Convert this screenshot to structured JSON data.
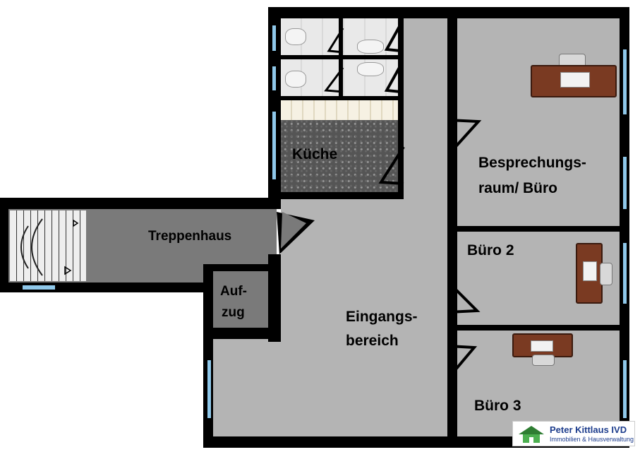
{
  "rooms": {
    "kueche": "Küche",
    "besprechung_line1": "Besprechungs-",
    "besprechung_line2": "raum/ Büro",
    "treppenhaus": "Treppenhaus",
    "aufzug_line1": "Auf-",
    "aufzug_line2": "zug",
    "eingang_line1": "Eingangs-",
    "eingang_line2": "bereich",
    "buero2": "Büro 2",
    "buero3": "Büro 3"
  },
  "logo": {
    "name": "Peter Kittlaus IVD",
    "subtitle": "Immobilien & Hausverwaltung"
  },
  "colors": {
    "wall": "#000000",
    "floor": "#b4b4b4",
    "stairwell": "#7a7a7a",
    "window": "#8fc8ea",
    "desk": "#7a3a22"
  }
}
